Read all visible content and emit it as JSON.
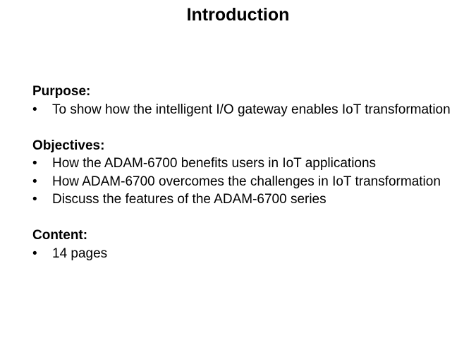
{
  "slide": {
    "title": "Introduction",
    "bullet_glyph": "•",
    "sections": [
      {
        "heading": "Purpose:",
        "items": [
          "To show how the intelligent I/O gateway enables IoT transformation"
        ]
      },
      {
        "heading": "Objectives:",
        "items": [
          "How the ADAM-6700 benefits users in IoT applications",
          "How ADAM-6700 overcomes the challenges in IoT transformation",
          "Discuss the features of the ADAM-6700 series"
        ]
      },
      {
        "heading": "Content:",
        "items": [
          "14 pages"
        ]
      }
    ]
  }
}
